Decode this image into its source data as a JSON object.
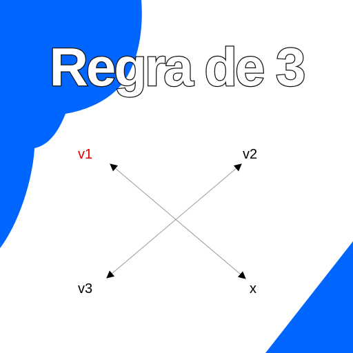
{
  "title": "Regra de 3",
  "labels": {
    "top_left": "v1",
    "top_right": "v2",
    "bottom_left": "v3",
    "bottom_right": "x"
  },
  "colors": {
    "blue_shape": "#0066ff",
    "title_fill": "#ffffff",
    "title_stroke": "#111111",
    "v1_label": "#e00000",
    "text": "#000000",
    "arrow_line": "#999999",
    "arrow_head": "#000000"
  },
  "icons": {
    "left_blob": "cloud-blob",
    "corner": "triangle-corner",
    "arrows": "cross-arrows"
  }
}
